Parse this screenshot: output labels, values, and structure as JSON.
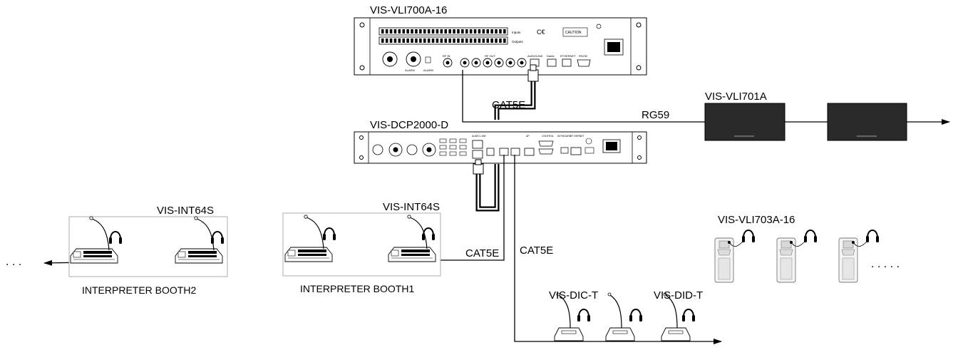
{
  "devices": {
    "vli700a": "VIS-VLI700A-16",
    "dcp2000": "VIS-DCP2000-D",
    "vli701a": "VIS-VLI701A",
    "int64s_booth2": "VIS-INT64S",
    "int64s_booth1": "VIS-INT64S",
    "vli703a": "VIS-VLI703A-16",
    "dic_t": "VIS-DIC-T",
    "did_t": "VIS-DID-T"
  },
  "cables": {
    "cat5e_top": "CAT5E",
    "rg59": "RG59",
    "cat5e_booth": "CAT5E",
    "cat5e_delegate": "CAT5E"
  },
  "booths": {
    "booth1": "INTERPRETER BOOTH1",
    "booth2": "INTERPRETER BOOTH2"
  },
  "ellipses": {
    "left": ". . .",
    "right": ". . . . ."
  },
  "panel_text": {
    "inputs": "Inputs",
    "outputs": "Outputs",
    "caution": "CAUTION",
    "alarm": "ALARM",
    "rf_in": "RF IN",
    "rf_out": "RF OUT",
    "audiolink": "AUDIOLINK",
    "dante": "Dante",
    "ethernet": "ETHERNET",
    "rs232": "RS232",
    "audio_link": "AUDIO LINK",
    "control": "CONTROL",
    "keyboard": "KEYBOARD",
    "ethernet_dcp": "ET HERNET",
    "ap": "AP"
  },
  "colors": {
    "line": "#000000",
    "panel_dark": "#2a2a2a",
    "booth_border": "#9a9a9a"
  }
}
